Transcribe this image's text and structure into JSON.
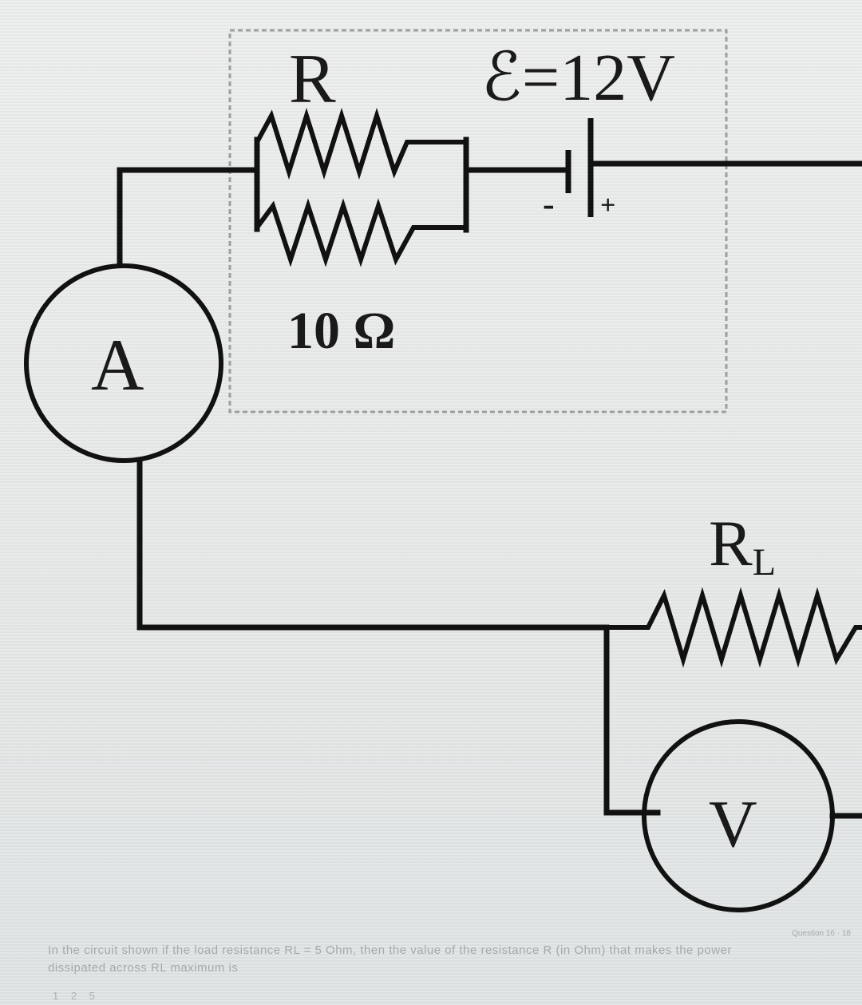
{
  "labels": {
    "resistor_r": "R",
    "emf": "ℰ=12V",
    "battery_minus": "-",
    "battery_plus": "+",
    "parallel_resistor": "10 Ω",
    "ammeter": "A",
    "load_resistor": "R",
    "load_resistor_subscript": "L",
    "voltmeter": "V"
  },
  "question": {
    "text": "In the circuit shown if the load resistance RL = 5 Ohm, then the value of the resistance R (in Ohm) that makes the power dissipated across RL maximum is",
    "number": "Question 16 · 18",
    "answer_hint": "1 2 5"
  }
}
